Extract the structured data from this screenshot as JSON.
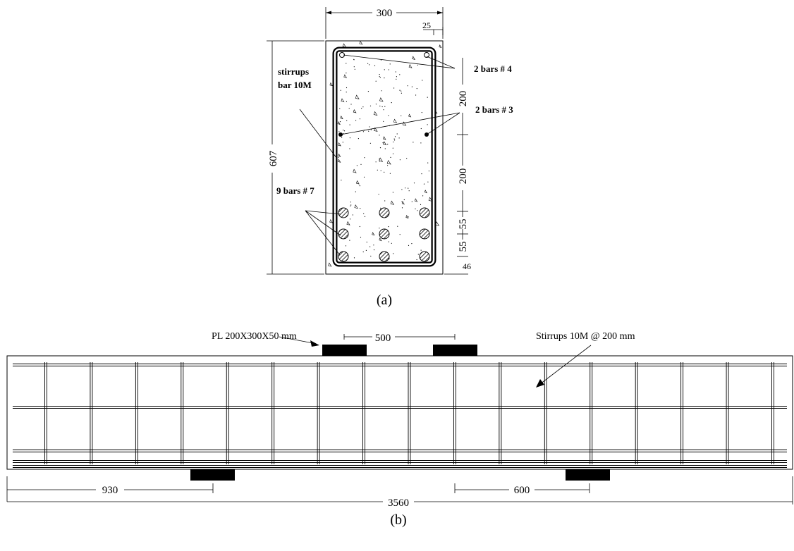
{
  "section": {
    "caption": "(a)",
    "dims": {
      "width": "300",
      "cover": "25",
      "height": "607",
      "s1": "200",
      "s2": "200",
      "s3": "55",
      "s4": "55",
      "s5": "46"
    },
    "labels": {
      "stirrups_l1": "stirrups",
      "stirrups_l2": "bar 10M",
      "top_bars": "2 bars # 4",
      "mid_bars": "2 bars # 3",
      "bottom_bars": "9 bars # 7"
    }
  },
  "elevation": {
    "caption": "(b)",
    "plate_label": "PL 200X300X50 mm",
    "stirrup_label": "Stirrups 10M @ 200 mm",
    "dims": {
      "load_spacing": "500",
      "support_left": "930",
      "support_right": "600",
      "length": "3560"
    },
    "stirrup_count": 17,
    "longitudinal_bars": 5
  },
  "colors": {
    "line": "#000000",
    "background": "#ffffff"
  }
}
